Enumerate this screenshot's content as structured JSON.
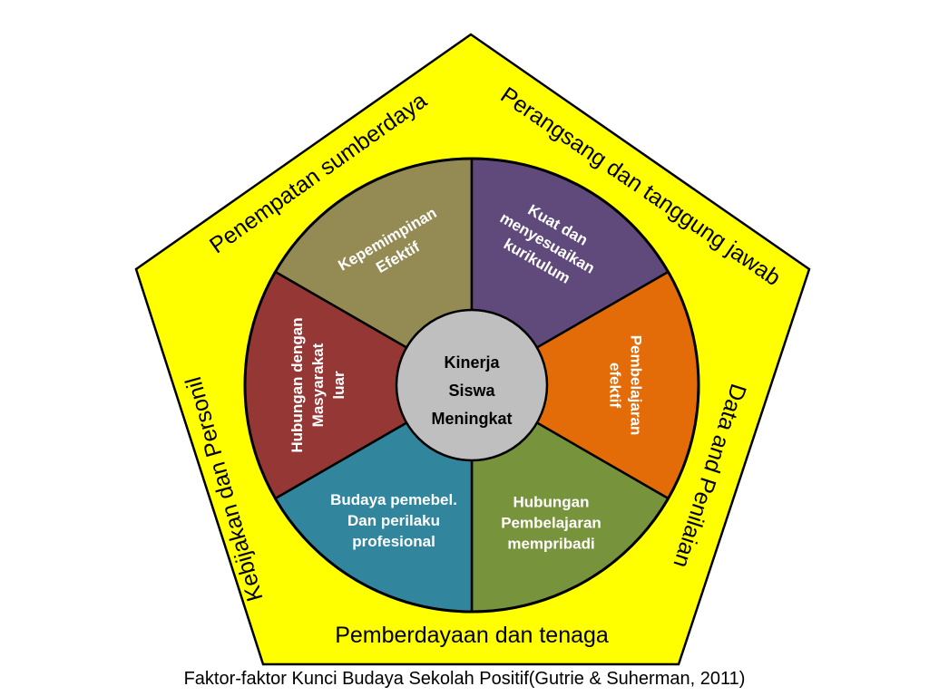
{
  "pentagon": {
    "fill": "#ffff00",
    "edges": {
      "top_left": "Penempatan sumberdaya",
      "top_right": "Perangsang dan tanggung jawab",
      "right": "Data and Penilaian",
      "bottom": "Pemberdayaan dan  tenaga",
      "left": "Kebijakan dan Personil"
    }
  },
  "segments": [
    {
      "key": "kepemimpinan",
      "lines": [
        "Kepemimpinan",
        "Efektif"
      ],
      "color": "#948a54"
    },
    {
      "key": "kuat",
      "lines": [
        "Kuat  dan",
        "menyesuaikan",
        "kurikulum"
      ],
      "color": "#604a7b"
    },
    {
      "key": "pembelajaran",
      "lines": [
        "Pembelajaran",
        "efektif"
      ],
      "color": "#e36c09"
    },
    {
      "key": "hubungan-pembelajaran",
      "lines": [
        "Hubungan",
        "Pembelajaran",
        "mempribadi"
      ],
      "color": "#77933c"
    },
    {
      "key": "budaya",
      "lines": [
        "Budaya pemebel.",
        "Dan perilaku",
        "profesional"
      ],
      "color": "#31859c"
    },
    {
      "key": "hubungan-masyarakat",
      "lines": [
        "Hubungan dengan",
        "Masyarakat",
        "luar"
      ],
      "color": "#953735"
    }
  ],
  "center": {
    "lines": [
      "Kinerja",
      "Siswa",
      "Meningkat"
    ],
    "fill": "#bfbfbf"
  },
  "caption": "Faktor-faktor Kunci  Budaya Sekolah Positif(Gutrie & Suherman, 2011)"
}
